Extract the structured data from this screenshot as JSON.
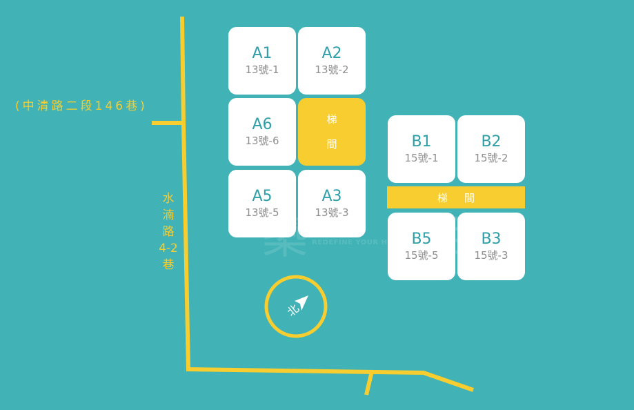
{
  "lane_label": "(中清路二段146巷)",
  "road_label": [
    "水",
    "湳",
    "路",
    "4-2",
    "巷"
  ],
  "stairwell_label": "梯間",
  "stair_a": [
    "梯",
    "間"
  ],
  "stair_b": [
    "梯",
    "間"
  ],
  "units_a": [
    {
      "code": "A1",
      "number": "13號-1"
    },
    {
      "code": "A2",
      "number": "13號-2"
    },
    {
      "code": "A6",
      "number": "13號-6"
    },
    {
      "code": "A5",
      "number": "13號-5"
    },
    {
      "code": "A3",
      "number": "13號-3"
    }
  ],
  "units_b": [
    {
      "code": "B1",
      "number": "15號-1"
    },
    {
      "code": "B2",
      "number": "15號-2"
    },
    {
      "code": "B5",
      "number": "15號-5"
    },
    {
      "code": "B3",
      "number": "15號-3"
    }
  ],
  "compass": {
    "label": "北",
    "icon": "north-arrow-icon"
  },
  "watermark": {
    "big_left": "築",
    "big_right": "佰",
    "tagline": "REDEFINE YOUR HOME"
  },
  "colors": {
    "background": "#41b3b6",
    "road": "#f8cd2f",
    "unit": "#ffffff",
    "unit_code": "#2d9fa8",
    "unit_number": "#8e8e8e",
    "stairwell": "#f8cd2f"
  }
}
